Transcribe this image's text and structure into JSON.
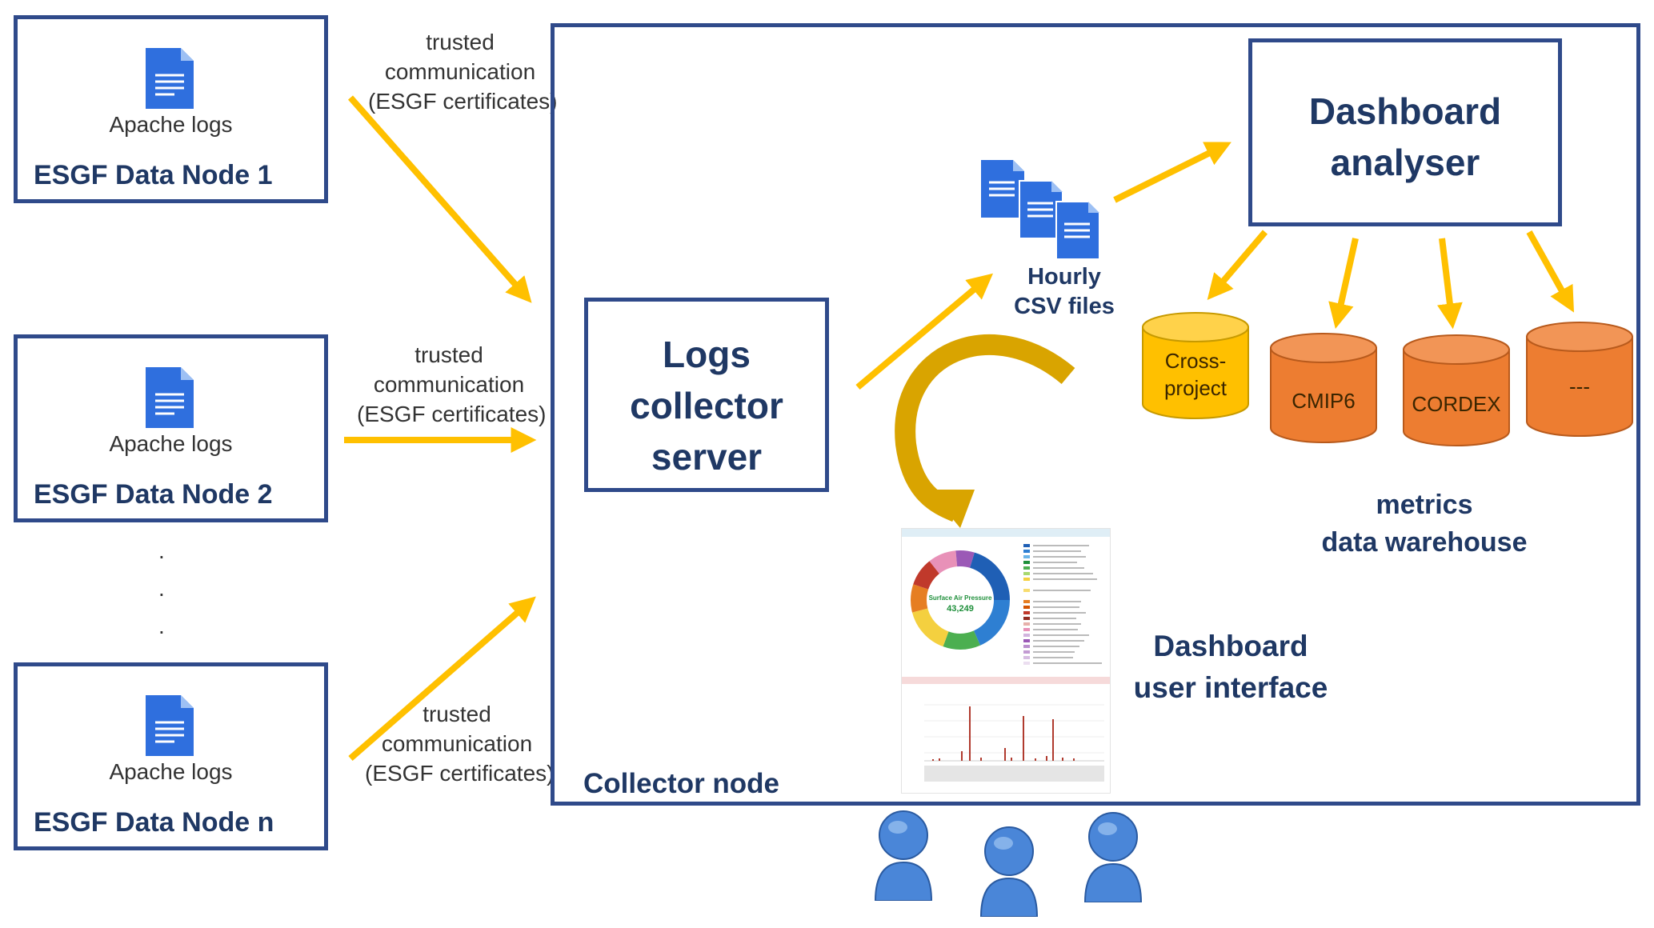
{
  "data_nodes": [
    {
      "title": "ESGF Data Node 1",
      "doc_label": "Apache logs"
    },
    {
      "title": "ESGF Data Node 2",
      "doc_label": "Apache logs"
    },
    {
      "title": "ESGF Data Node n",
      "doc_label": "Apache logs"
    }
  ],
  "ellipsis": ".\n.\n.",
  "trusted_labels": [
    "trusted\ncommunication\n(ESGF certificates)",
    "trusted\ncommunication\n(ESGF certificates)",
    "trusted\ncommunication\n(ESGF certificates)"
  ],
  "collector_node": {
    "label": "Collector node"
  },
  "logs_collector": {
    "label": "Logs\ncollector\nserver"
  },
  "csv_files": {
    "label": "Hourly\nCSV files"
  },
  "dashboard_analyser": {
    "label": "Dashboard\nanalyser"
  },
  "warehouse": {
    "label": "metrics\ndata warehouse",
    "cylinders": [
      {
        "label": "Cross-\nproject",
        "color": "#ffc000"
      },
      {
        "label": "CMIP6",
        "color": "#ed7d31"
      },
      {
        "label": "CORDEX",
        "color": "#ed7d31"
      },
      {
        "label": "---",
        "color": "#ed7d31"
      }
    ]
  },
  "dashboard_ui": {
    "label": "Dashboard\nuser interface",
    "donut_center_title": "Surface Air Pressure",
    "donut_center_value": "43,249"
  },
  "colors": {
    "box_border": "#2f4a8a",
    "arrow": "#ffc000",
    "doc_icon": "#2f6fde",
    "user_icon": "#4a86d8"
  },
  "icons": {
    "document": "document-icon",
    "user": "user-icon"
  }
}
